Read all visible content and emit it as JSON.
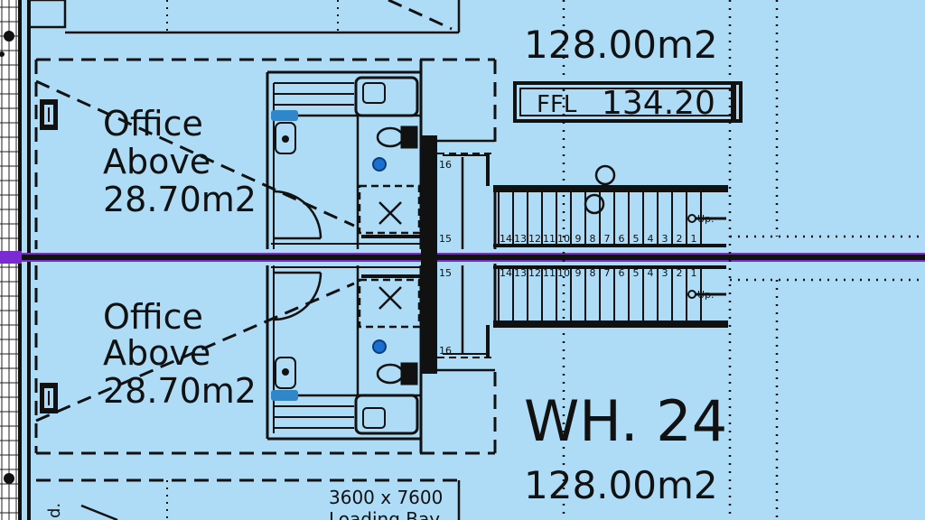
{
  "top_unit": {
    "area": "128.00m2",
    "ffl_label": "FFL",
    "ffl_value": "134.20"
  },
  "office_upper": {
    "name_line1": "Office",
    "name_line2": "Above",
    "area": "28.70m2"
  },
  "office_lower": {
    "name_line1": "Office",
    "name_line2": "Above",
    "area": "28.70m2"
  },
  "stair_upper": {
    "up_label": "Up.",
    "steps": [
      "14",
      "13",
      "12",
      "11",
      "10",
      "9",
      "8",
      "7",
      "6",
      "5",
      "4",
      "3",
      "2",
      "1"
    ],
    "landing_15": "15",
    "landing_16": "16"
  },
  "stair_lower": {
    "up_label": "Up.",
    "steps": [
      "14",
      "13",
      "12",
      "11",
      "10",
      "9",
      "8",
      "7",
      "6",
      "5",
      "4",
      "3",
      "2",
      "1"
    ],
    "landing_15": "15",
    "landing_16": "16"
  },
  "bottom_unit": {
    "name": "WH. 24",
    "area": "128.00m2"
  },
  "loading_bay": {
    "dimensions": "3600 x 7600",
    "name": "Loading Bay"
  },
  "corner_mark": "d.",
  "colors": {
    "background": "#aedcf6",
    "linework": "#111111",
    "boundary": "#7a2bd1",
    "sink": "#2f86c8",
    "fixture": "#1a6fd0"
  }
}
